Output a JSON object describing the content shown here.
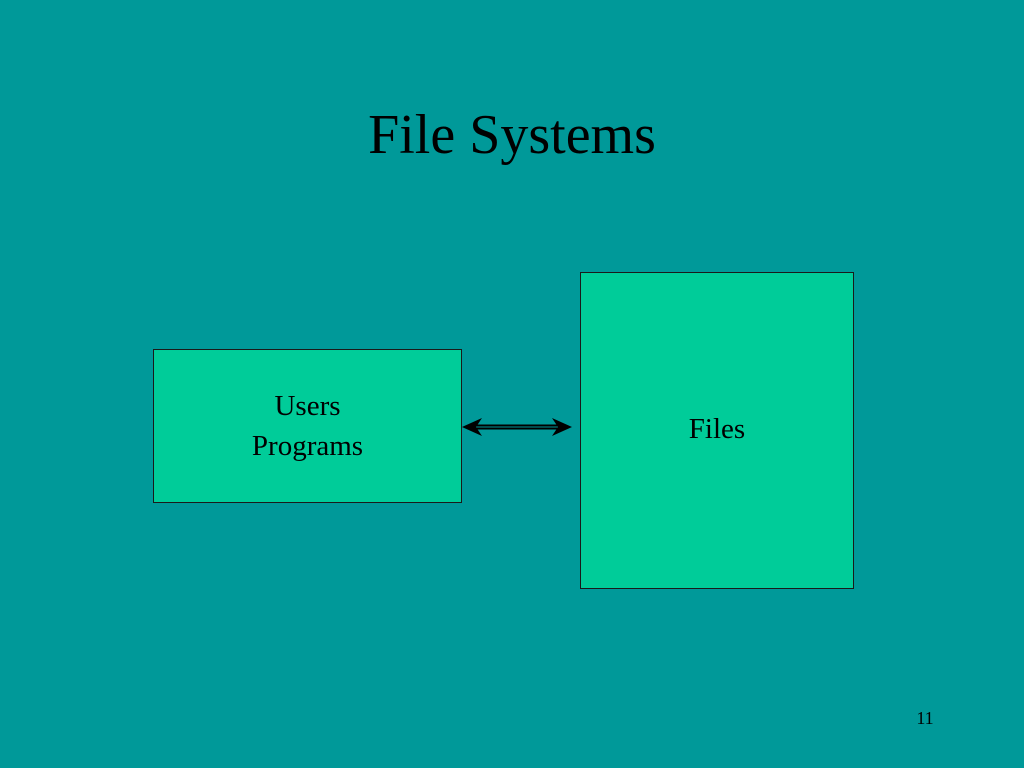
{
  "slide": {
    "background": "#009999",
    "title": "File Systems",
    "page_number": "11"
  },
  "diagram": {
    "box_fill": "#00CC99",
    "left_box": {
      "line1": "Users",
      "line2": "Programs"
    },
    "right_box": {
      "label": "Files"
    },
    "connector": "double-headed-arrow"
  }
}
